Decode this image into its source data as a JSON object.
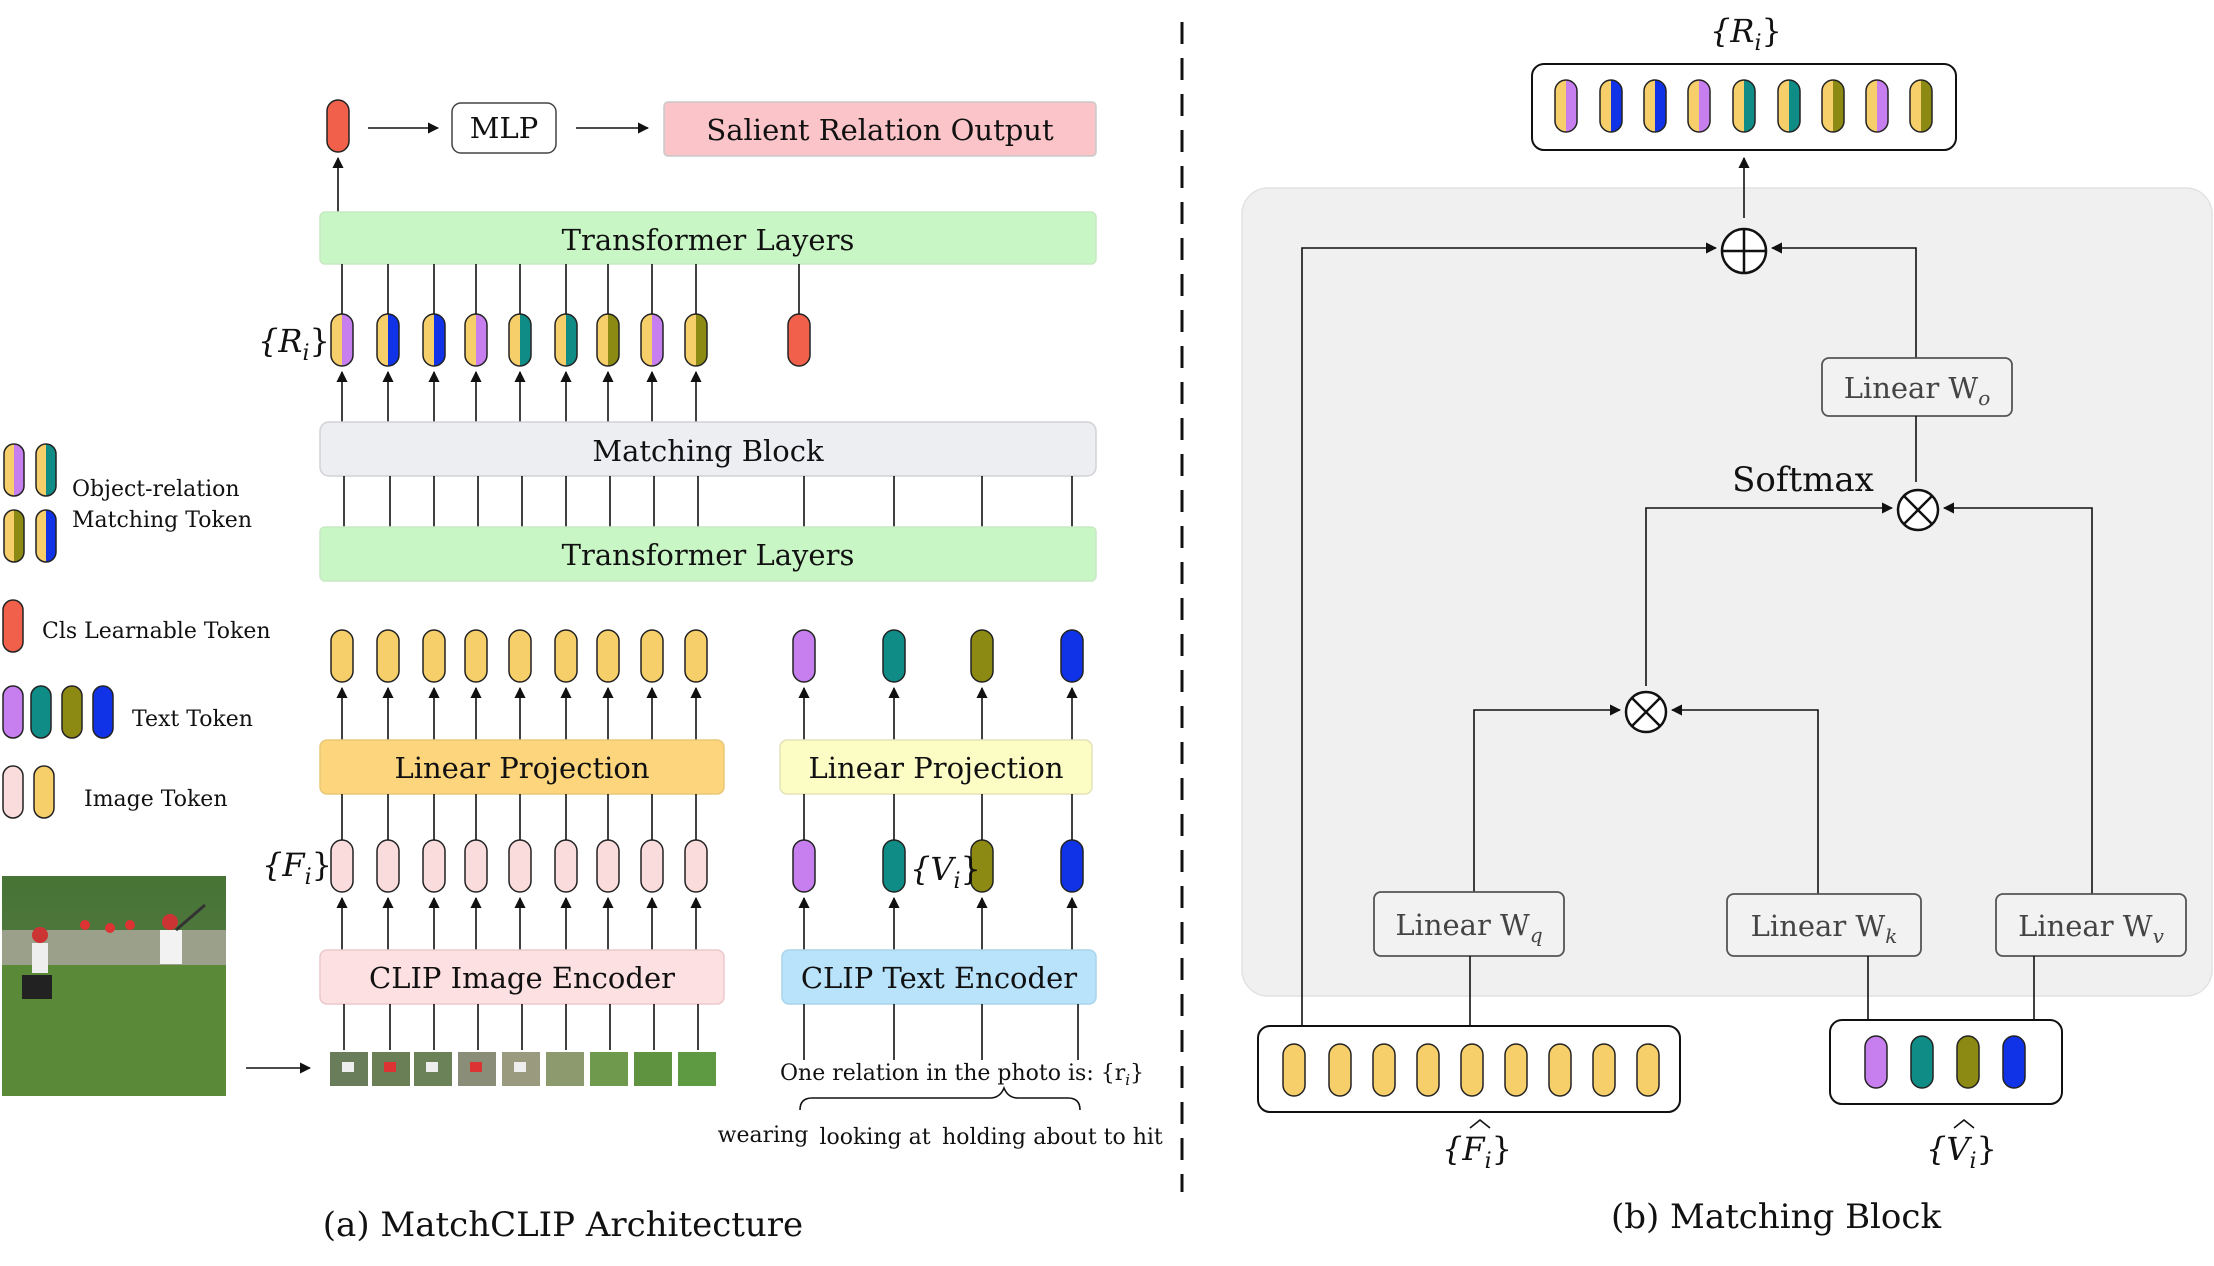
{
  "colors": {
    "pink": "#fbdcdc",
    "yellow": "#f7cf6a",
    "purple": "#c77ff0",
    "teal": "#0f8c86",
    "olive": "#8c8a12",
    "blue": "#1033e8",
    "cls": "#f0604a",
    "transformer": "#c8f7c5",
    "matching": "#eceef2",
    "lin_img": "#fcd57d",
    "lin_txt": "#fcfcc5",
    "clip_img": "#fde0e2",
    "clip_txt": "#b9e3fb",
    "salient": "#fac4c8",
    "panel_bg": "#f0f0f0"
  },
  "left": {
    "mlp": "MLP",
    "salient_output": "Salient Relation Output",
    "transformer_top": "Transformer Layers",
    "transformer_bottom": "Transformer Layers",
    "matching_block": "Matching Block",
    "linear_projection_image": "Linear Projection",
    "linear_projection_text": "Linear Projection",
    "clip_image_encoder": "CLIP Image Encoder",
    "clip_text_encoder": "CLIP Text Encoder",
    "label_R": "{R",
    "label_F": "{F",
    "label_V": "{V",
    "subscript_i": "i",
    "close_brace": "}",
    "prompt": "One relation in the photo is: {r",
    "relations": [
      "wearing",
      "looking at",
      "holding",
      "about to hit"
    ],
    "caption": "(a) MatchCLIP Architecture"
  },
  "legend": {
    "object_relation_line1": "Object-relation",
    "object_relation_line2": "Matching Token",
    "cls_token": "Cls Learnable Token",
    "text_token": "Text Token",
    "image_token": "Image Token"
  },
  "right": {
    "label_R": "{R",
    "label_F_hat": "{F",
    "label_V_hat": "{V",
    "subscript_i": "i",
    "close_brace": "}",
    "linear_wo": "Linear W",
    "linear_wq": "Linear W",
    "linear_wk": "Linear W",
    "linear_wv": "Linear W",
    "sub_o": "o",
    "sub_q": "q",
    "sub_k": "k",
    "sub_v": "v",
    "softmax": "Softmax",
    "caption": "(b) Matching Block"
  }
}
